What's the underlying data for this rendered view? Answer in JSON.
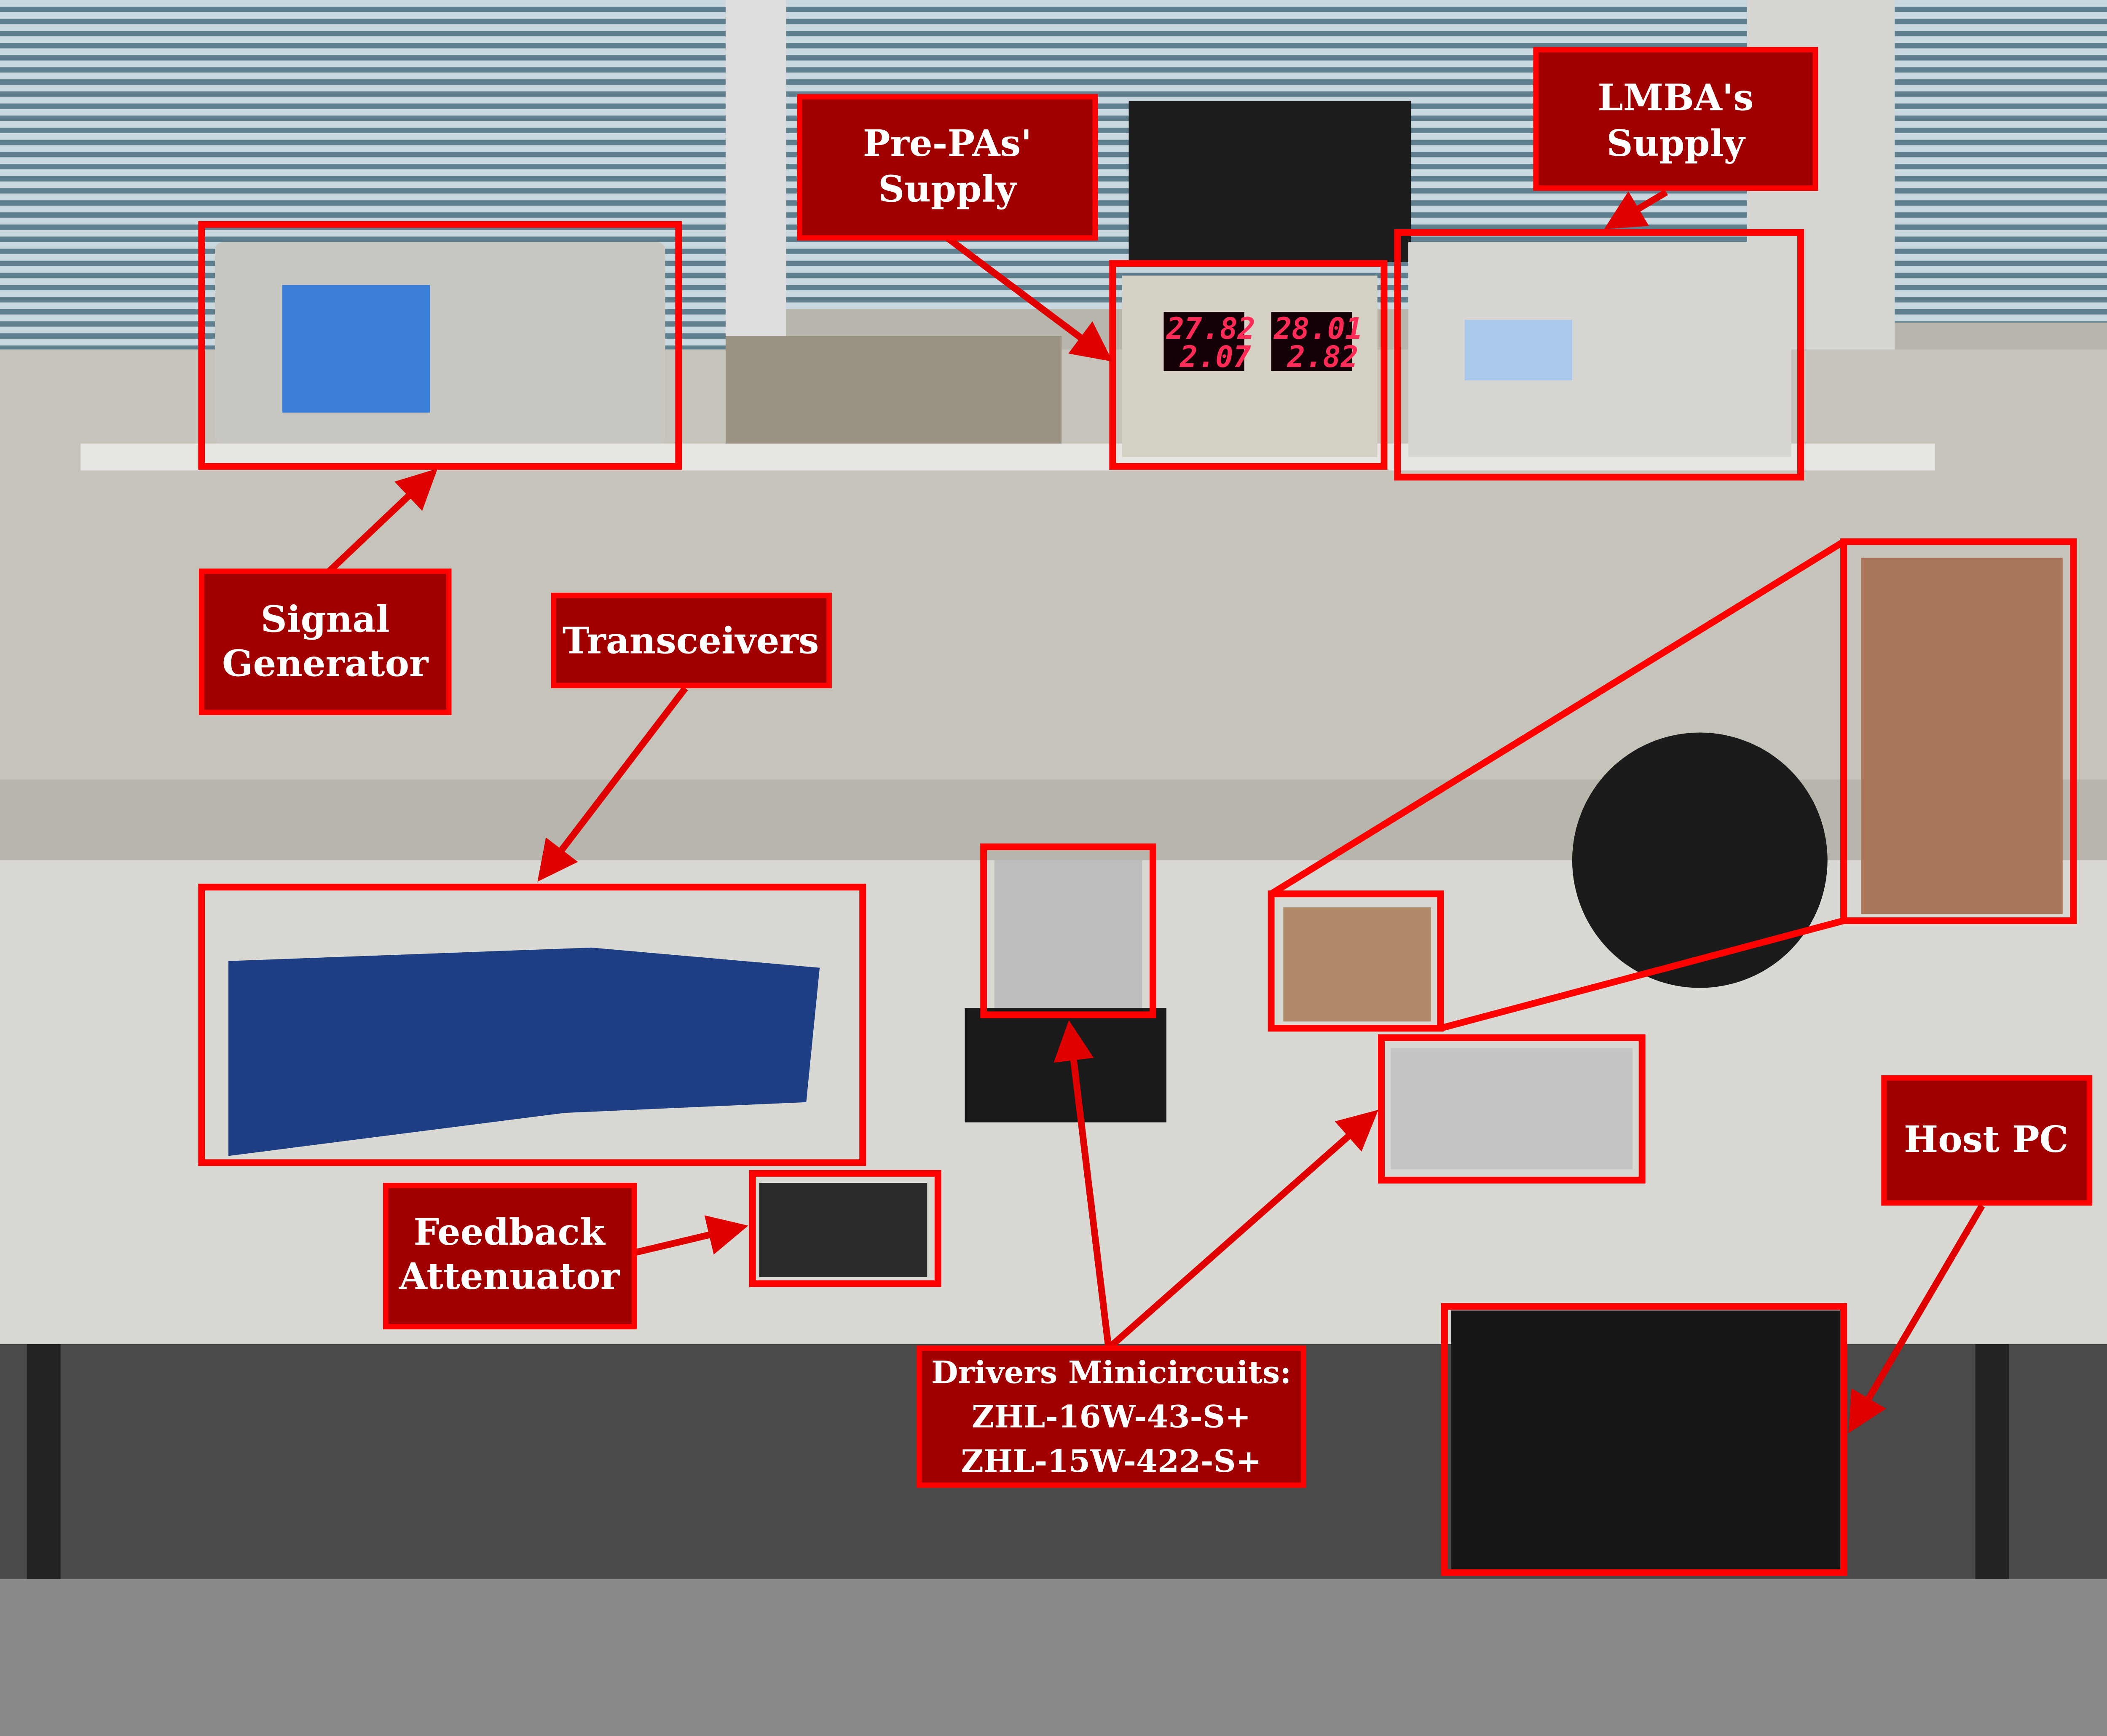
{
  "labels": {
    "pre_pas_supply": [
      "Pre-PAs'",
      "Supply"
    ],
    "lmba_supply": [
      "LMBA's",
      "Supply"
    ],
    "signal_generator": [
      "Signal",
      "Generator"
    ],
    "transceivers": "Transceivers",
    "feedback_attenuator": [
      "Feedback",
      "Attenuator"
    ],
    "drivers": [
      "Drivers Minicircuits:",
      "ZHL-16W-43-S+",
      "ZHL-15W-422-S+"
    ],
    "host_pc": "Host PC"
  },
  "supply_readouts": {
    "ch1_voltage": "27.82",
    "ch1_current": "2.07",
    "ch2_voltage": "28.01",
    "ch2_current": "2.82"
  },
  "colors": {
    "annotation_red": "#ff0000",
    "label_fill": "#a00000"
  }
}
